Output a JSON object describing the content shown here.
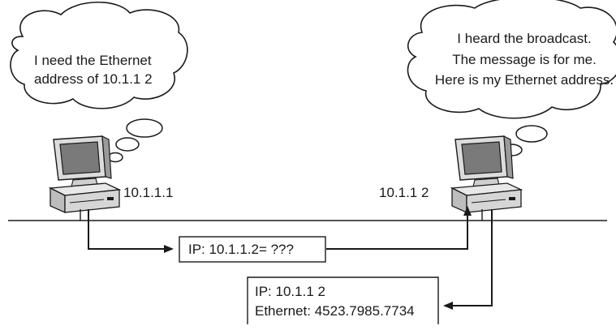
{
  "cloud_left": {
    "lines": [
      "I need the Ethernet",
      "address of 10.1.1 2"
    ]
  },
  "cloud_right": {
    "lines": [
      "I heard the broadcast.",
      "The message is for me.",
      "Here is my Ethernet address."
    ]
  },
  "host_left": {
    "ip_label": "10.1.1.1"
  },
  "host_right": {
    "ip_label": "10.1.1 2"
  },
  "request_box": {
    "text": "IP: 10.1.1.2= ???"
  },
  "reply_box": {
    "line1": "IP: 10.1.1 2",
    "line2": "Ethernet: 4523.7985.7734"
  },
  "colors": {
    "ink": "#1a1a1a",
    "screen": "#7a7a7a",
    "body": "#dcdcdc",
    "shadow": "#9a9a9a"
  },
  "icons": [
    "thought-cloud",
    "desktop-computer",
    "arrow-head"
  ]
}
